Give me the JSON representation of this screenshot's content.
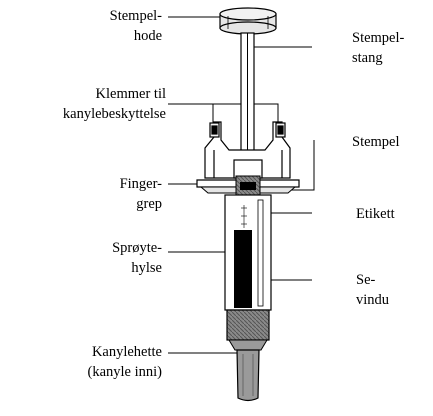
{
  "diagram": {
    "labels": {
      "plunger_head": "Stempel-\nhode",
      "plunger_rod": "Stempel-\nstang",
      "needle_guard_clips": "Klemmer til\nkanylebeskyttelse",
      "plunger": "Stempel",
      "finger_grip": "Finger-\ngrep",
      "label": "Etikett",
      "syringe_barrel": "Sprøyte-\nhylse",
      "viewing_window": "Se-\nvindu",
      "needle_cap": "Kanylehette\n(kanyle inni)"
    },
    "colors": {
      "line": "#000000",
      "fill_light": "#e6e6e6",
      "fill_mid": "#9a9a9a",
      "fill_dark": "#000000"
    }
  }
}
